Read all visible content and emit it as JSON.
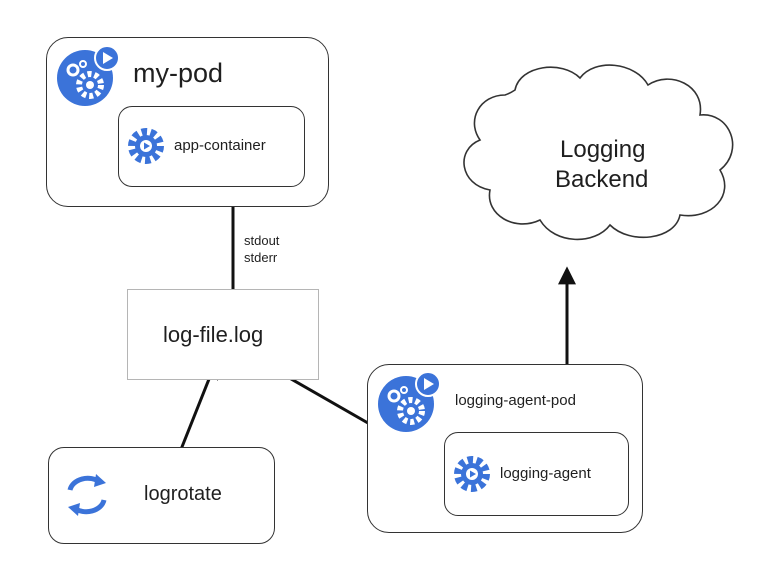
{
  "diagram": {
    "pod": {
      "title": "my-pod",
      "container": "app-container"
    },
    "stream_labels": {
      "stdout": "stdout",
      "stderr": "stderr"
    },
    "log_file": "log-file.log",
    "logrotate": "logrotate",
    "backend": {
      "line1": "Logging",
      "line2": "Backend"
    },
    "agent_pod": {
      "title": "logging-agent-pod",
      "agent": "logging-agent"
    }
  },
  "colors": {
    "k8s_blue": "#3b73d9",
    "line": "#111111",
    "border": "#333333"
  },
  "icons": {
    "pod_icon": "kubernetes-pod-gears-icon",
    "container_icon": "container-gear-icon",
    "logrotate_icon": "rotate-arrows-icon",
    "agent_pod_icon": "kubernetes-pod-gears-icon",
    "agent_icon": "container-gear-icon"
  }
}
